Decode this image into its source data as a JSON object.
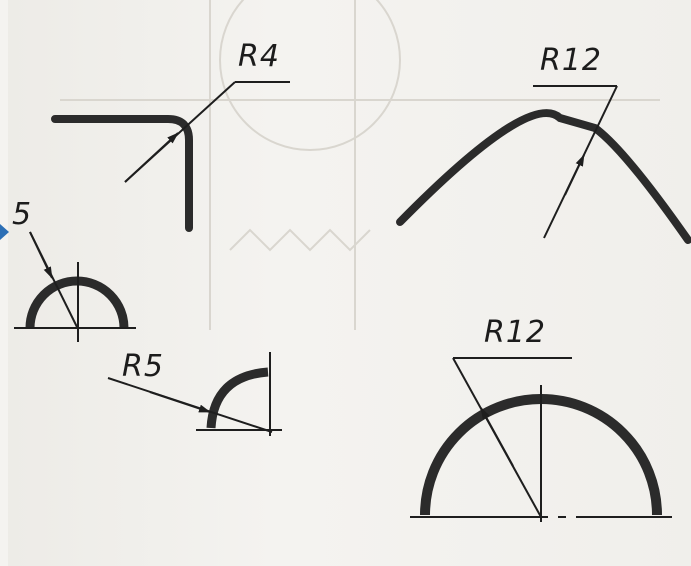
{
  "labels": {
    "top_left": "R4",
    "top_right": "R12",
    "small_arc": "5",
    "quarter": "R5",
    "large_semi": "R12"
  },
  "colors": {
    "stroke": "#2b2b2b",
    "paper": "#f4f3f0",
    "marker": "#2c6fb5"
  }
}
